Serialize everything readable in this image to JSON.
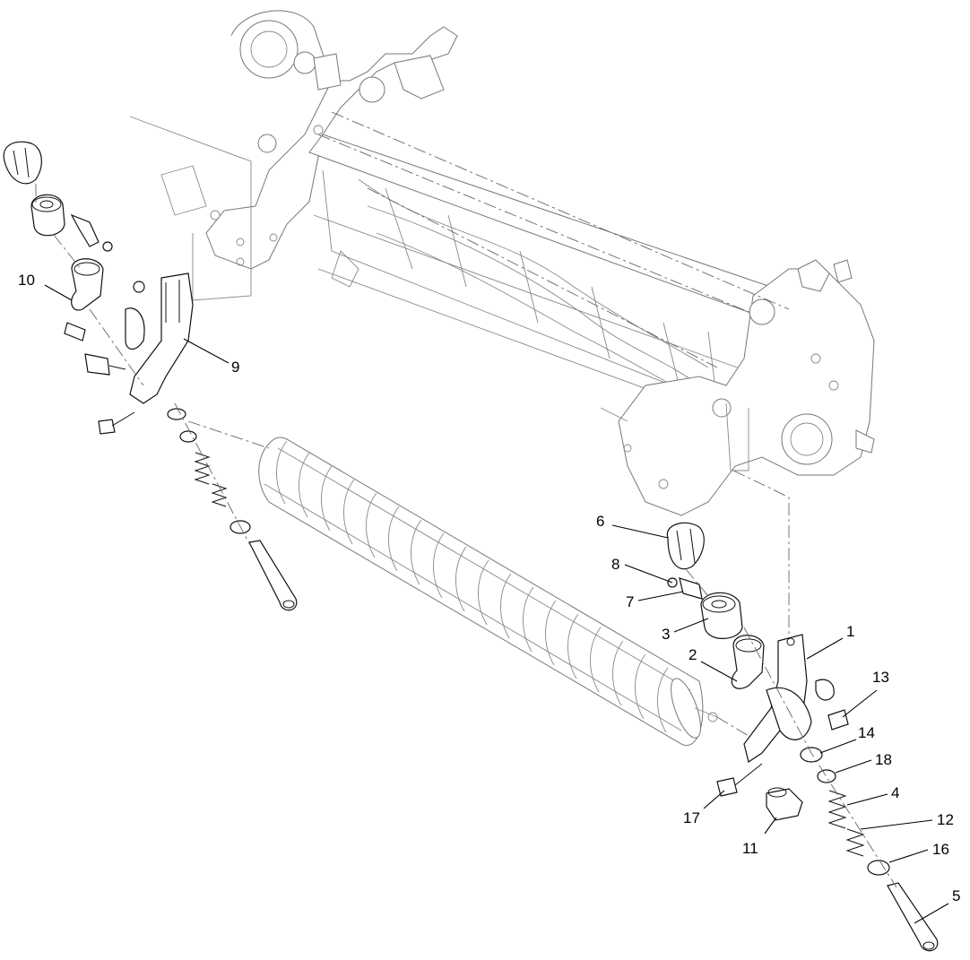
{
  "callouts": [
    {
      "id": "1",
      "label": "1"
    },
    {
      "id": "2",
      "label": "2"
    },
    {
      "id": "3",
      "label": "3"
    },
    {
      "id": "4",
      "label": "4"
    },
    {
      "id": "5",
      "label": "5"
    },
    {
      "id": "6",
      "label": "6"
    },
    {
      "id": "7",
      "label": "7"
    },
    {
      "id": "8",
      "label": "8"
    },
    {
      "id": "9",
      "label": "9"
    },
    {
      "id": "10",
      "label": "10"
    },
    {
      "id": "11",
      "label": "11"
    },
    {
      "id": "12",
      "label": "12"
    },
    {
      "id": "13",
      "label": "13"
    },
    {
      "id": "14",
      "label": "14"
    },
    {
      "id": "16",
      "label": "16"
    },
    {
      "id": "17",
      "label": "17"
    },
    {
      "id": "18",
      "label": "18"
    }
  ]
}
